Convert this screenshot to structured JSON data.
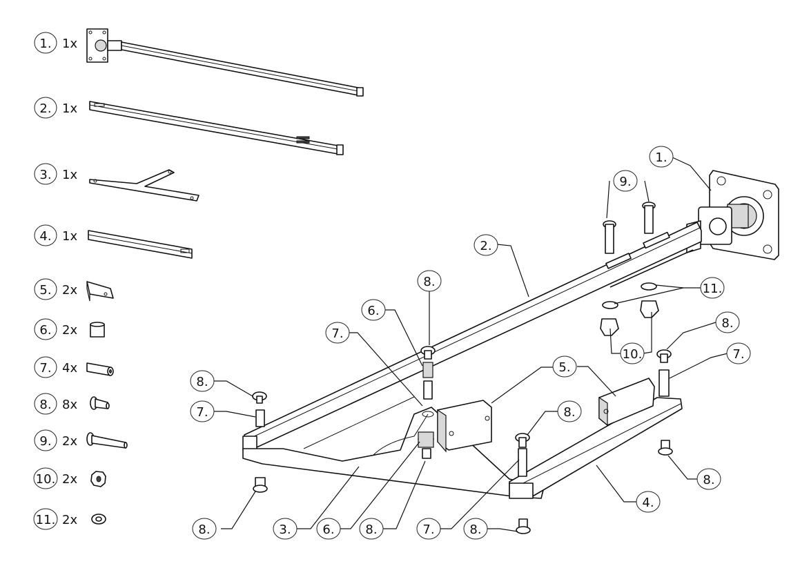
{
  "parts_list": [
    {
      "number": "1.",
      "qty": "1x",
      "icon": "quick-release-bar-icon"
    },
    {
      "number": "2.",
      "qty": "1x",
      "icon": "slotted-bar-icon"
    },
    {
      "number": "3.",
      "qty": "1x",
      "icon": "t-plate-icon"
    },
    {
      "number": "4.",
      "qty": "1x",
      "icon": "channel-bar-icon"
    },
    {
      "number": "5.",
      "qty": "2x",
      "icon": "angle-bracket-icon"
    },
    {
      "number": "6.",
      "qty": "2x",
      "icon": "bushing-icon"
    },
    {
      "number": "7.",
      "qty": "4x",
      "icon": "spacer-tube-icon"
    },
    {
      "number": "8.",
      "qty": "8x",
      "icon": "short-bolt-icon"
    },
    {
      "number": "9.",
      "qty": "2x",
      "icon": "long-bolt-icon"
    },
    {
      "number": "10.",
      "qty": "2x",
      "icon": "lock-nut-icon"
    },
    {
      "number": "11.",
      "qty": "2x",
      "icon": "washer-icon"
    }
  ],
  "callouts": [
    {
      "label": "1."
    },
    {
      "label": "9."
    },
    {
      "label": "2."
    },
    {
      "label": "11."
    },
    {
      "label": "8."
    },
    {
      "label": "6."
    },
    {
      "label": "7."
    },
    {
      "label": "10."
    },
    {
      "label": "8."
    },
    {
      "label": "7."
    },
    {
      "label": "5."
    },
    {
      "label": "8."
    },
    {
      "label": "7."
    },
    {
      "label": "8."
    },
    {
      "label": "8."
    },
    {
      "label": "3."
    },
    {
      "label": "6."
    },
    {
      "label": "8."
    },
    {
      "label": "7."
    },
    {
      "label": "8."
    },
    {
      "label": "4."
    },
    {
      "label": "8."
    }
  ]
}
